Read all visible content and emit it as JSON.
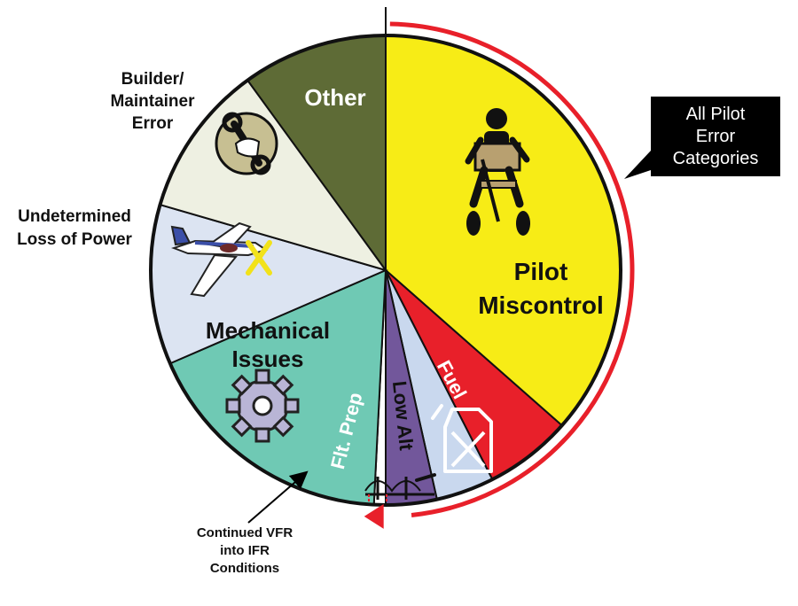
{
  "chart_data": {
    "type": "pie",
    "title": "",
    "slices": [
      {
        "label": "Pilot Miscontrol",
        "value": 36.5,
        "color": "#f7ec16"
      },
      {
        "label": "Fuel",
        "value": 6.0,
        "color": "#e8202a"
      },
      {
        "label": "Low Alt",
        "value": 4.0,
        "color": "#c9d8ee"
      },
      {
        "label": "Flt. Prep",
        "value": 3.5,
        "color": "#72579b"
      },
      {
        "label": "Continued VFR into IFR Conditions",
        "value": 0.8,
        "color": "#ffffff"
      },
      {
        "label": "Mechanical Issues",
        "value": 17.7,
        "color": "#6fc9b4"
      },
      {
        "label": "Undetermined Loss of Power",
        "value": 11.0,
        "color": "#dce4f2"
      },
      {
        "label": "Builder/ Maintainer Error",
        "value": 10.5,
        "color": "#eef0e2"
      },
      {
        "label": "Other",
        "value": 10.0,
        "color": "#5e6b36"
      }
    ],
    "texts": {
      "other": "Other",
      "builder_1": "Builder/",
      "builder_2": "Maintainer",
      "builder_3": "Error",
      "undetermined_1": "Undetermined",
      "undetermined_2": "Loss of Power",
      "mechanical_1": "Mechanical",
      "mechanical_2": "Issues",
      "flt_prep": "Flt. Prep",
      "low_alt": "Low Alt",
      "fuel": "Fuel",
      "pilot_1": "Pilot",
      "pilot_2": "Miscontrol",
      "vfr_1": "Continued VFR",
      "vfr_2": "into IFR",
      "vfr_3": "Conditions"
    },
    "callout": {
      "lines": [
        "All Pilot",
        "Error",
        "Categories"
      ],
      "arc_color": "#e8202a",
      "box_color": "#000000"
    }
  }
}
